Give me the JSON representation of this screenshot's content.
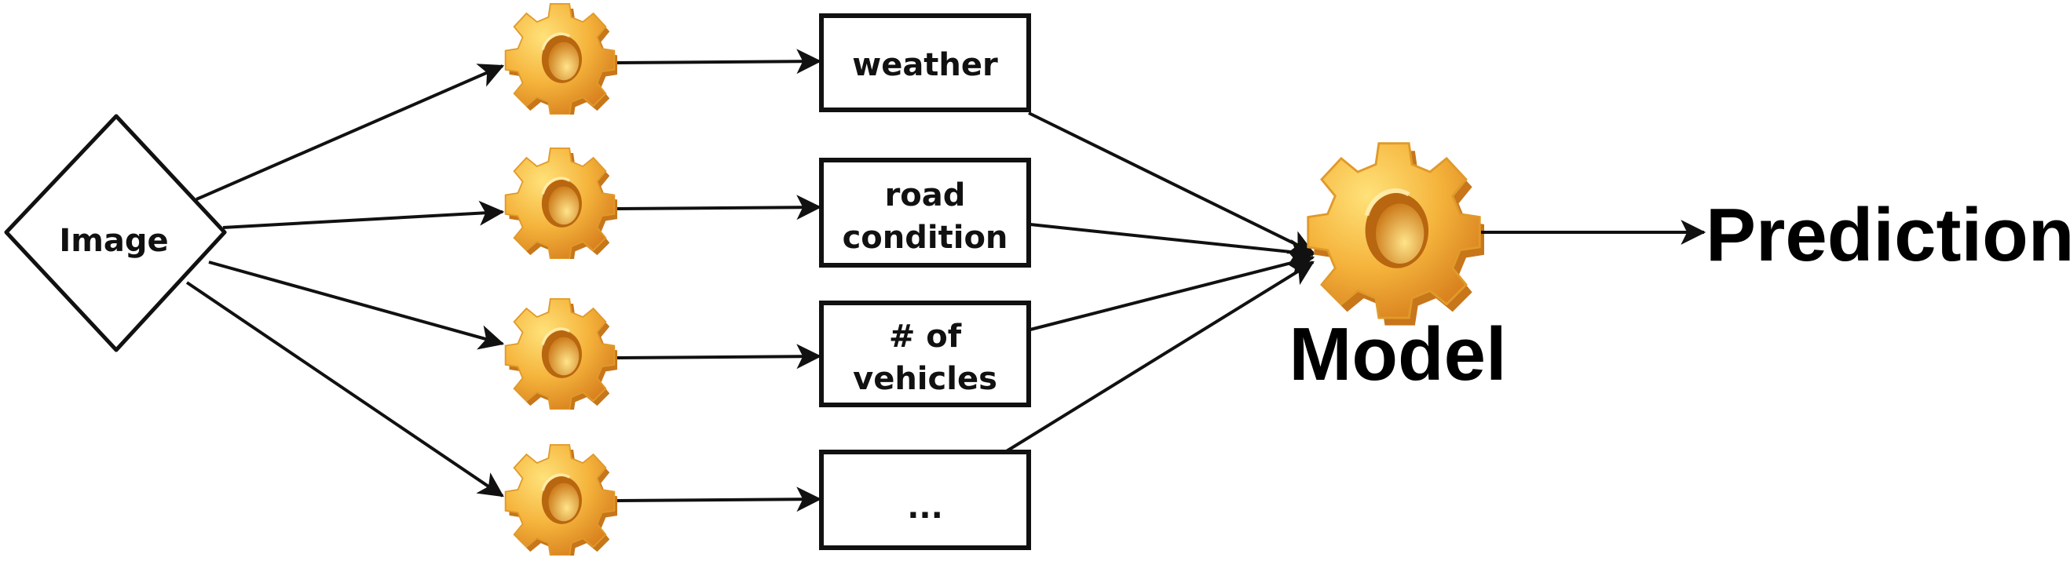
{
  "input": {
    "label": "Image"
  },
  "features": [
    {
      "label_lines": [
        "weather"
      ]
    },
    {
      "label_lines": [
        "road",
        "condition"
      ]
    },
    {
      "label_lines": [
        "# of",
        "vehicles"
      ]
    },
    {
      "label_lines": [
        "..."
      ]
    }
  ],
  "model": {
    "label": "Model",
    "icon": "gear-icon"
  },
  "output": {
    "label": "Prediction"
  },
  "colors": {
    "gear_light": "#ffd45a",
    "gear_mid": "#f4b23a",
    "gear_dark": "#d9821f",
    "ink": "#111111"
  }
}
